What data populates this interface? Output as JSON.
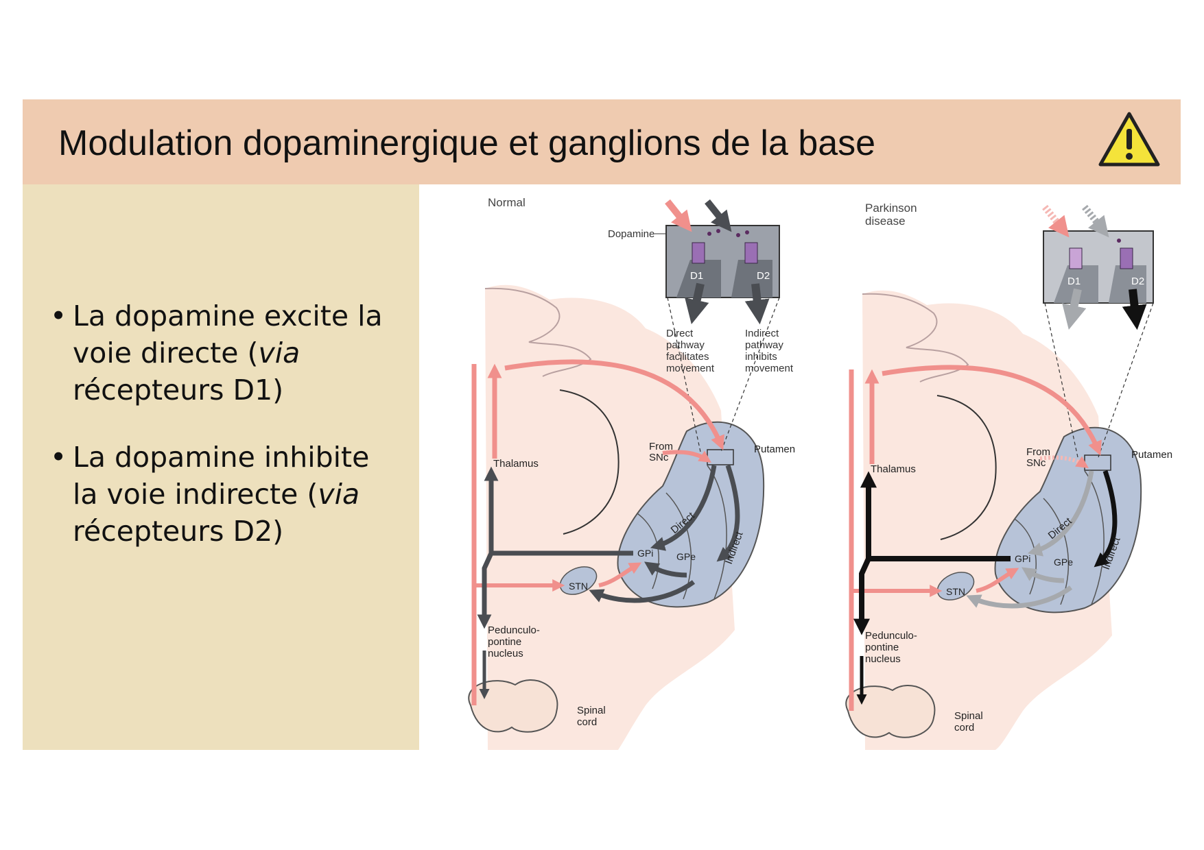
{
  "title": "Modulation dopaminergique et ganglions de la base",
  "warning_icon": "warning-icon",
  "bullets": [
    {
      "pre": "La dopamine excite la voie directe (",
      "em": "via",
      "post": " récepteurs D1)"
    },
    {
      "pre": "La dopamine inhibite la voie indirecte (",
      "em": "via",
      "post": " récepteurs D2)"
    }
  ],
  "diagram": {
    "normal": {
      "heading": "Normal",
      "dopamine": "Dopamine",
      "d1": "D1",
      "d2": "D2",
      "direct_note": [
        "Direct",
        "pathway",
        "facilitates",
        "movement"
      ],
      "indirect_note": [
        "Indirect",
        "pathway",
        "inhibits",
        "movement"
      ],
      "from_snc": [
        "From",
        "SNc"
      ],
      "putamen": "Putamen",
      "thalamus": "Thalamus",
      "direct": "Direct",
      "indirect": "Indirect",
      "gpi": "GPi",
      "gpe": "GPe",
      "stn": "STN",
      "ppn": [
        "Pedunculo-",
        "pontine",
        "nucleus"
      ],
      "spinal": [
        "Spinal",
        "cord"
      ]
    },
    "parkinson": {
      "heading": [
        "Parkinson",
        "disease"
      ],
      "d1": "D1",
      "d2": "D2",
      "from_snc": [
        "From",
        "SNc"
      ],
      "putamen": "Putamen",
      "thalamus": "Thalamus",
      "direct": "Direct",
      "indirect": "Indirect",
      "gpi": "GPi",
      "gpe": "GPe",
      "stn": "STN",
      "ppn": [
        "Pedunculo-",
        "pontine",
        "nucleus"
      ],
      "spinal": [
        "Spinal",
        "cord"
      ]
    }
  },
  "colors": {
    "header_bg": "#efcbb0",
    "panel_bg": "#ede0bd",
    "excitatory": "#f0908c",
    "inhibitory": "#4a4d52",
    "nucleus": "#b7c3d8"
  }
}
